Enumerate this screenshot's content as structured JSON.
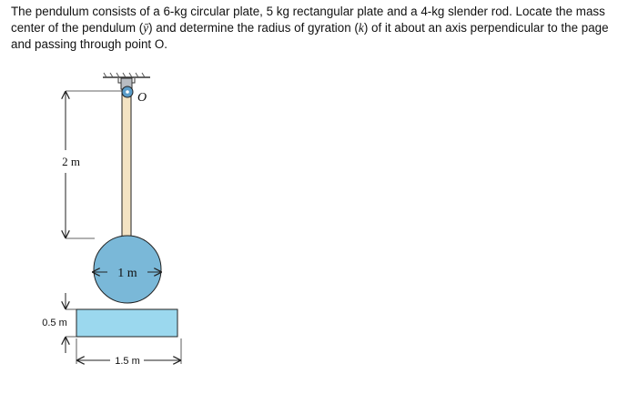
{
  "problem": {
    "part1": "The pendulum consists of a 6-kg circular plate, 5 kg rectangular plate and a 4-kg slender rod. Locate the mass center of the pendulum (",
    "ybar": "ȳ",
    "part2": ") and determine the radius of gyration (",
    "k": "k",
    "part3": ") of it about an axis perpendicular to the page and passing through point O."
  },
  "figure": {
    "pivot_label": "O",
    "rod_length_label": "2 m",
    "disk_diameter_label": "1 m",
    "plate_height_label": "0.5 m",
    "plate_width_label": "1.5 m",
    "colors": {
      "rod": "#f3e3c3",
      "disk": "#7ab8d8",
      "plate": "#9bd8ee",
      "pin": "#5a9cc8"
    }
  }
}
